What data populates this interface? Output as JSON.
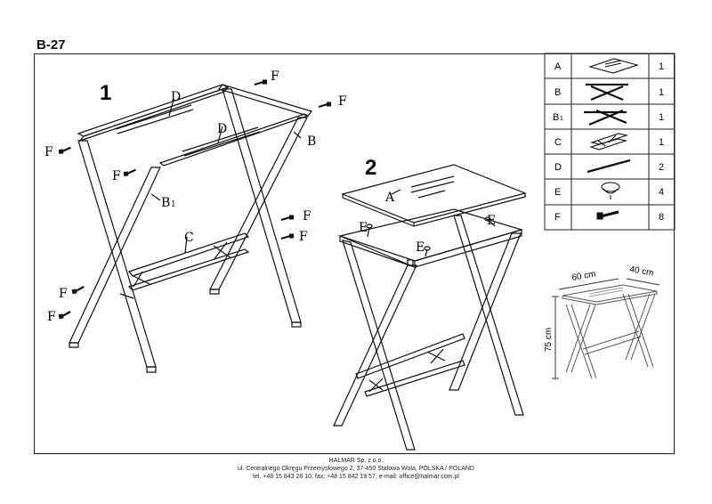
{
  "header": {
    "model": "B-27"
  },
  "steps": {
    "step1": "1",
    "step2": "2"
  },
  "labels": {
    "A": "A",
    "B": "B",
    "B1": "B",
    "B1_sub": "1",
    "C": "C",
    "D": "D",
    "E": "E",
    "F": "F"
  },
  "parts_table": [
    {
      "letter": "A",
      "sub": "",
      "icon": "glass-top-icon",
      "qty": "1"
    },
    {
      "letter": "B",
      "sub": "",
      "icon": "x-frame-icon",
      "qty": "1"
    },
    {
      "letter": "B",
      "sub": "1",
      "icon": "x-frame-icon",
      "qty": "1"
    },
    {
      "letter": "C",
      "sub": "",
      "icon": "cross-brace-icon",
      "qty": "1"
    },
    {
      "letter": "D",
      "sub": "",
      "icon": "rod-icon",
      "qty": "2"
    },
    {
      "letter": "E",
      "sub": "",
      "icon": "suction-pad-icon",
      "qty": "4"
    },
    {
      "letter": "F",
      "sub": "",
      "icon": "bolt-icon",
      "qty": "8"
    }
  ],
  "dimensions": {
    "width": "60 cm",
    "depth": "40 cm",
    "height": "75 cm"
  },
  "footer": {
    "line1": "HALMAR Sp. z o.o.",
    "line2": "ul. Centralnego Okręgu Przemysłowego 2, 37-450 Stalowa Wola, POLSKA / POLAND",
    "line3": "tel. +48 15 843 28 10, fax: +48 15 842 19 57, e-mail: office@halmar.com.pl"
  }
}
